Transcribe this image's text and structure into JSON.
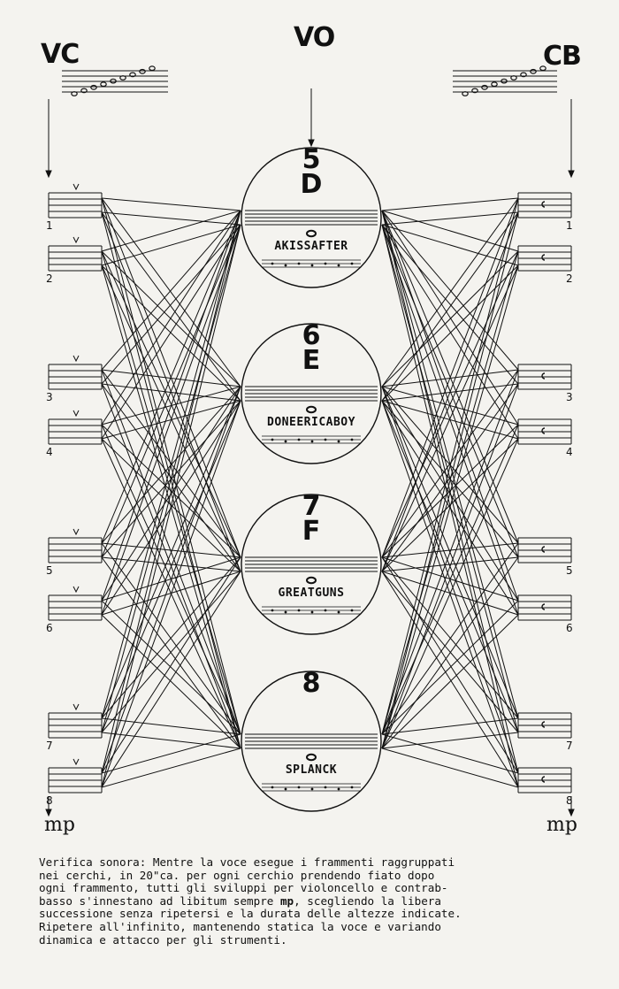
{
  "labels": {
    "vc": "VC",
    "vo": "VO",
    "cb": "CB",
    "mp_left": "mp",
    "mp_right": "mp"
  },
  "circles": [
    {
      "number": "5",
      "letter": "D",
      "word": "AKISSAFTER"
    },
    {
      "number": "6",
      "letter": "E",
      "word": "DONEERICABOY"
    },
    {
      "number": "7",
      "letter": "F",
      "word": "GREATGUNS"
    },
    {
      "number": "8",
      "letter": "",
      "word": "SPLANCK"
    }
  ],
  "left_staves": [
    "1",
    "2",
    "3",
    "4",
    "5",
    "6",
    "7",
    "8"
  ],
  "right_staves": [
    "1",
    "2",
    "3",
    "4",
    "5",
    "6",
    "7",
    "8"
  ],
  "note": {
    "line1": "Verifica sonora: Mentre la voce esegue i frammenti raggruppati",
    "line2": "nei cerchi, in 20\"ca. per ogni cerchio prendendo fiato dopo",
    "line3": "ogni frammento, tutti gli sviluppi per violoncello e contrab-",
    "line4a": "basso s'innestano ad libitum sempre ",
    "line4b": "mp",
    "line4c": ", scegliendo la libera",
    "line5": "successione senza ripetersi e la durata delle altezze indicate.",
    "line6": "Ripetere all'infinito, mantenendo statica la voce e variando",
    "line7": "dinamica e attacco per gli strumenti."
  }
}
